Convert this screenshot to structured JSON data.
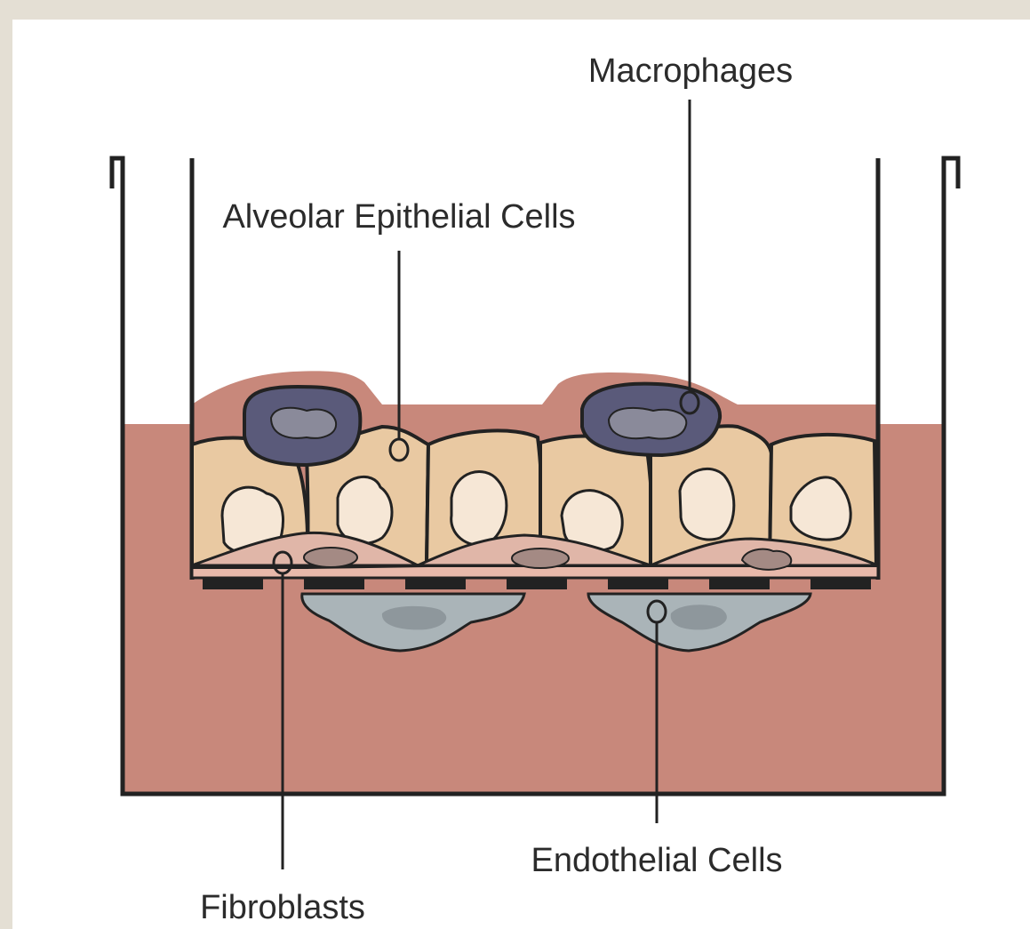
{
  "labels": {
    "macrophages": "Macrophages",
    "alveolar_epithelial_cells": "Alveolar Epithelial Cells",
    "endothelial_cells": "Endothelial Cells",
    "fibroblasts": "Fibroblasts"
  },
  "colors": {
    "background": "#e4dfd4",
    "panel": "#ffffff",
    "medium": "#c8887b",
    "epithelial_cell": "#e9c9a2",
    "epithelial_nucleus": "#f6e7d6",
    "macrophage": "#5a5a7a",
    "macrophage_nucleus": "#8a8a9a",
    "fibroblast": "#e0b6a8",
    "fibroblast_nucleus": "#a48a84",
    "membrane": "#e8b9aa",
    "endothelial_cell": "#aab4b8",
    "endothelial_nucleus": "#8e979c",
    "outline": "#222222"
  }
}
